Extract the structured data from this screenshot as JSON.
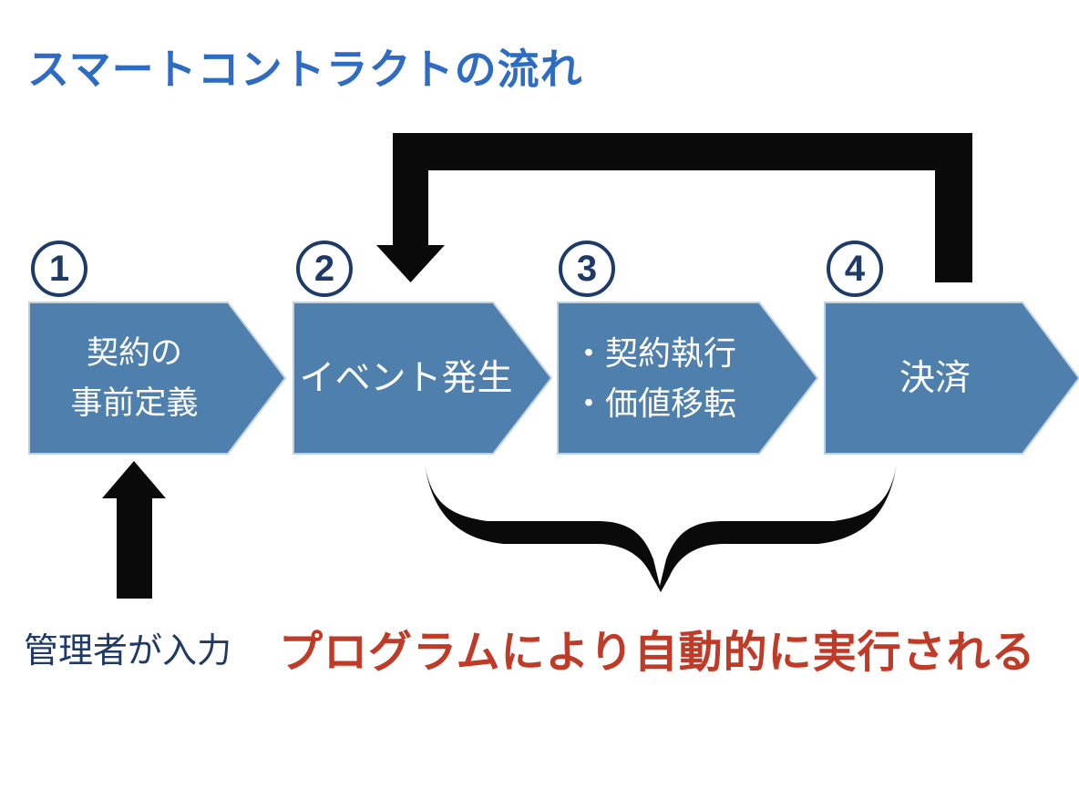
{
  "title": "スマートコントラクトの流れ",
  "steps": [
    {
      "num": "1",
      "label": "契約の\n事前定義"
    },
    {
      "num": "2",
      "label": "イベント発生"
    },
    {
      "num": "3",
      "label": "・契約執行\n・価値移転"
    },
    {
      "num": "4",
      "label": "決済"
    }
  ],
  "annotations": {
    "admin_input": "管理者が入力",
    "auto_exec": "プログラムにより自動的に実行される"
  },
  "colors": {
    "background": "#ffffff",
    "title_blue": "#2e6cc4",
    "chevron_blue": "#4e7fad",
    "chevron_outline": "#bdd1e2",
    "step_text": "#ffffff",
    "navy": "#1e3a66",
    "red": "#bf3a27",
    "arrow_black": "#0a0a0a"
  }
}
